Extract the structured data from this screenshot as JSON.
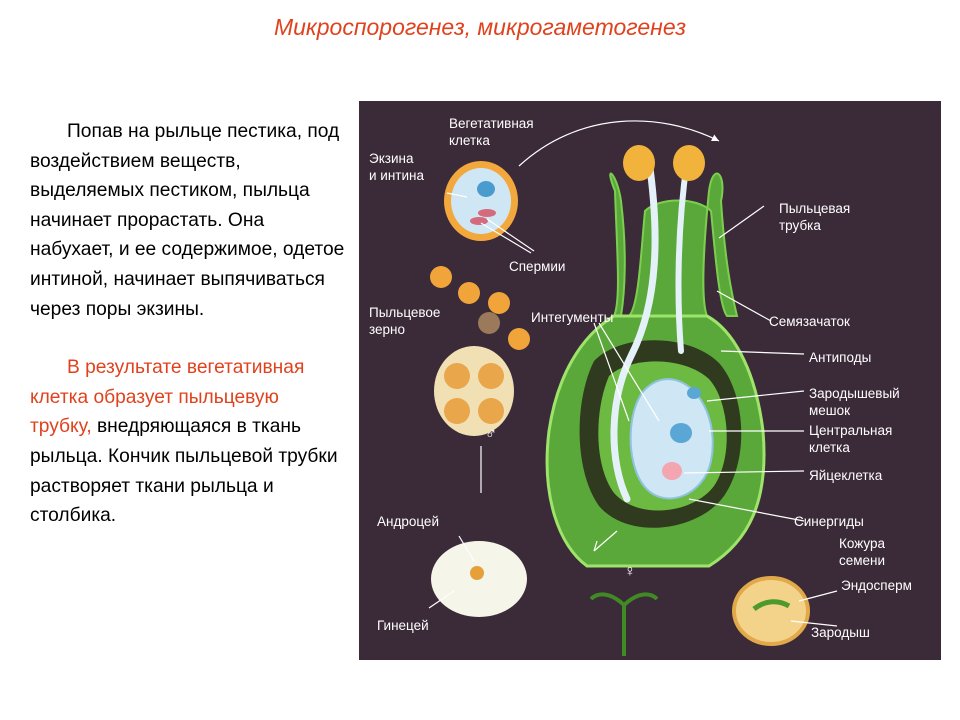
{
  "title": "Микроспорогенез, микрогаметогенез",
  "text": {
    "paragraph1": "Попав на рыльце пестика, под воздействием веществ, выделяемых пестиком, пыльца начинает прорастать. Она набухает, и ее содержимое, одетое интиной, начинает выпячиваться через поры экзины.",
    "paragraph2_highlight": "В результате вегетативная клетка образует пыльцевую трубку,",
    "paragraph2_rest": " внедряющаяся в ткань рыльца. Кончик пыльцевой трубки растворяет ткани рыльца и столбика."
  },
  "figure": {
    "labels": {
      "vegetative_cell": "Вегетативная\nклетка",
      "exine_intine": "Экзина\nи интина",
      "sperm": "Спермии",
      "pollen_grain": "Пыльцевое\nзерно",
      "integuments": "Интегументы",
      "pollen_tube": "Пыльцевая\nтрубка",
      "ovule": "Семязачаток",
      "antipodes": "Антиподы",
      "embryo_sac": "Зародышевый\nмешок",
      "central_cell": "Центральная\nклетка",
      "egg_cell": "Яйцеклетка",
      "androecium": "Андроцей",
      "synergids": "Синергиды",
      "seed_coat": "Кожура\nсемени",
      "endosperm": "Эндосперм",
      "gynoecium": "Гинецей",
      "embryo": "Зародыш",
      "male_symbol": "♂",
      "female_symbol": "♀"
    }
  }
}
